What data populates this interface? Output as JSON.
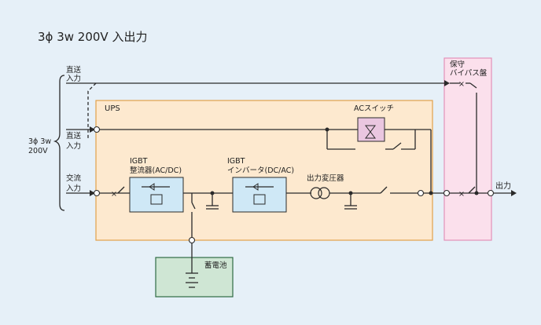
{
  "title": "3ϕ 3w 200V 入出力",
  "input_group_label_line1": "3ϕ 3w",
  "input_group_label_line2": "200V",
  "inputs": {
    "bypass_top": [
      "直送",
      "入力"
    ],
    "bypass_ups": [
      "直送",
      "入力"
    ],
    "ac": [
      "交流",
      "入力"
    ]
  },
  "ups_label": "UPS",
  "ac_switch_label": "ACスイッチ",
  "maintenance_bypass_label": [
    "保守",
    "バイパス盤"
  ],
  "rectifier_label": [
    "IGBT",
    "整流器(AC/DC)"
  ],
  "inverter_label": [
    "IGBT",
    "インバータ(DC/AC)"
  ],
  "transformer_label": "出力変圧器",
  "battery_label": "蓄電池",
  "output_label": "出力",
  "colors": {
    "background": "#e6f0f8",
    "ups_fill": "#fde9cf",
    "ups_border": "#e2a14a",
    "bypass_panel_fill": "#fbe0ec",
    "bypass_panel_border": "#e391b9",
    "battery_fill": "#cfe6d4",
    "battery_border": "#2f6b44",
    "converter_fill": "#cfe8f6",
    "ac_switch_fill": "#eac6e0",
    "wire": "#2a2a2a"
  }
}
